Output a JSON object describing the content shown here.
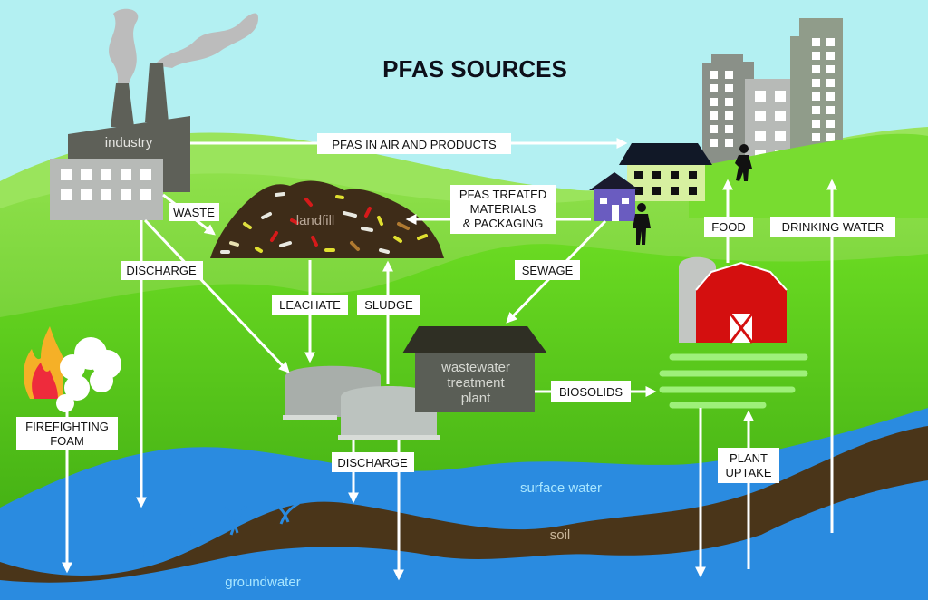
{
  "title": "PFAS SOURCES",
  "scene": {
    "sky_color": "#b3f0f2",
    "grass_light": "#74dd2c",
    "grass_dark": "#3fae12",
    "water_color": "#2a8be0",
    "soil_color": "#4a3519",
    "arrow_color": "#ffffff"
  },
  "places": {
    "industry": "industry",
    "landfill": "landfill",
    "wastewater": [
      "wastewater",
      "treatment",
      "plant"
    ],
    "surface_water": "surface water",
    "soil": "soil",
    "groundwater": "groundwater"
  },
  "flows": {
    "air_products": "PFAS IN AIR AND PRODUCTS",
    "treated_materials": [
      "PFAS TREATED",
      "MATERIALS",
      "& PACKAGING"
    ],
    "waste": "WASTE",
    "discharge_industry": "DISCHARGE",
    "leachate": "LEACHATE",
    "sludge": "SLUDGE",
    "sewage": "SEWAGE",
    "biosolids": "BIOSOLIDS",
    "discharge_plant": "DISCHARGE",
    "firefighting_foam": [
      "FIREFIGHTING",
      "FOAM"
    ],
    "food": "FOOD",
    "drinking_water": "DRINKING WATER",
    "plant_uptake": [
      "PLANT",
      "UPTAKE"
    ]
  }
}
